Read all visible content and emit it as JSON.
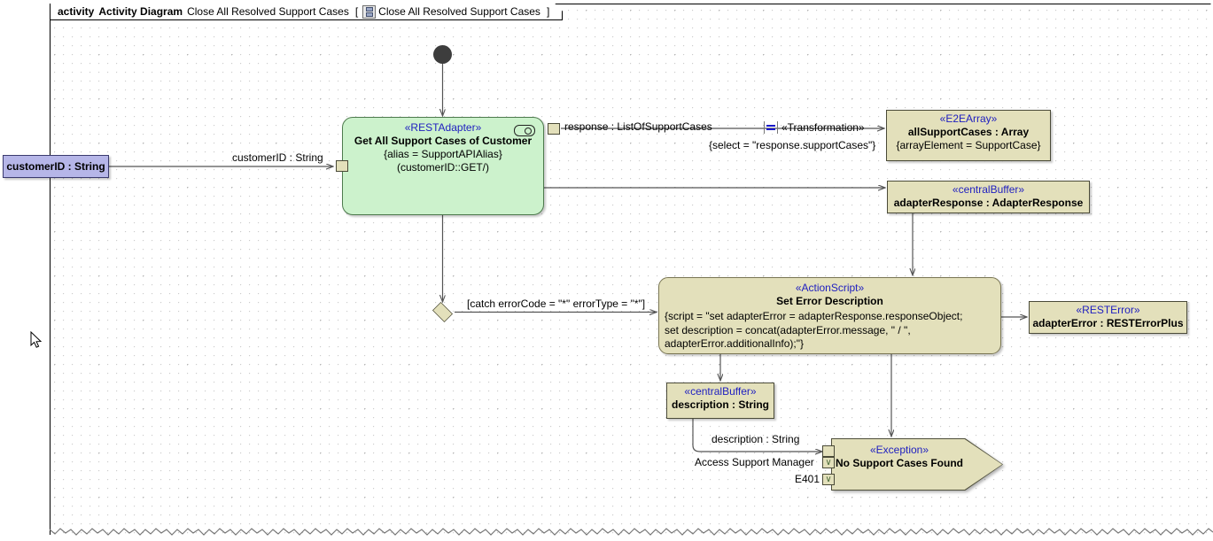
{
  "frame": {
    "keyword": "activity",
    "type_label": "Activity Diagram",
    "name": "Close All Resolved Support Cases",
    "bracket_open": "[",
    "bracket_close": "]",
    "inner_name": "Close All Resolved Support Cases",
    "icon": "diagram-icon"
  },
  "nodes": {
    "initial": {
      "name": "initial-node"
    },
    "param_customerid": {
      "label": "customerID : String"
    },
    "rest_adapter": {
      "stereotype": "«RESTAdapter»",
      "name": "Get All Support Cases of Customer",
      "line1": "{alias = SupportAPIAlias}",
      "line2": "(customerID::GET/)",
      "icon": "socket-icon",
      "fill": "#ccf2cc"
    },
    "e2e_array": {
      "stereotype": "«E2EArray»",
      "name": "allSupportCases : Array",
      "body": "{arrayElement = SupportCase}",
      "fill": "#e3e0bb"
    },
    "central_buffer_response": {
      "stereotype": "«centralBuffer»",
      "name": "adapterResponse : AdapterResponse",
      "fill": "#e3e0bb"
    },
    "action_script": {
      "stereotype": "«ActionScript»",
      "name": "Set Error Description",
      "script": "{script = \"set adapterError = adapterResponse.responseObject;\nset description = concat(adapterError.message, \" / \",\nadapterError.additionalInfo);\"}",
      "fill": "#e3e0bb"
    },
    "rest_error": {
      "stereotype": "«RESTError»",
      "name": "adapterError : RESTErrorPlus",
      "fill": "#e3e0bb"
    },
    "central_buffer_description": {
      "stereotype": "«centralBuffer»",
      "name": "description : String",
      "fill": "#e3e0bb"
    },
    "exception": {
      "stereotype": "«Exception»",
      "name": "No Support Cases Found",
      "fill": "#e3e0bb"
    },
    "decision": {
      "name": "decision-node"
    }
  },
  "edges": {
    "customerid_label": "customerID : String",
    "response_label": "response : ListOfSupportCases",
    "transformation_stereotype": "«Transformation»",
    "transformation_select": "{select = \"response.supportCases\"}",
    "catch_guard": "[catch errorCode = \"*\" errorType = \"*\"]",
    "description_label": "description : String"
  },
  "pins": {
    "description_pin": "",
    "access_support_manager": "Access Support Manager",
    "e401": "E401",
    "chevron_glyph": "∨"
  },
  "colors": {
    "action_green": "#ccf2cc",
    "object_tan": "#e3e0bb",
    "param_purple": "#b6b6e8",
    "stereotype_blue": "#2020c0",
    "edge_gray": "#555555"
  }
}
